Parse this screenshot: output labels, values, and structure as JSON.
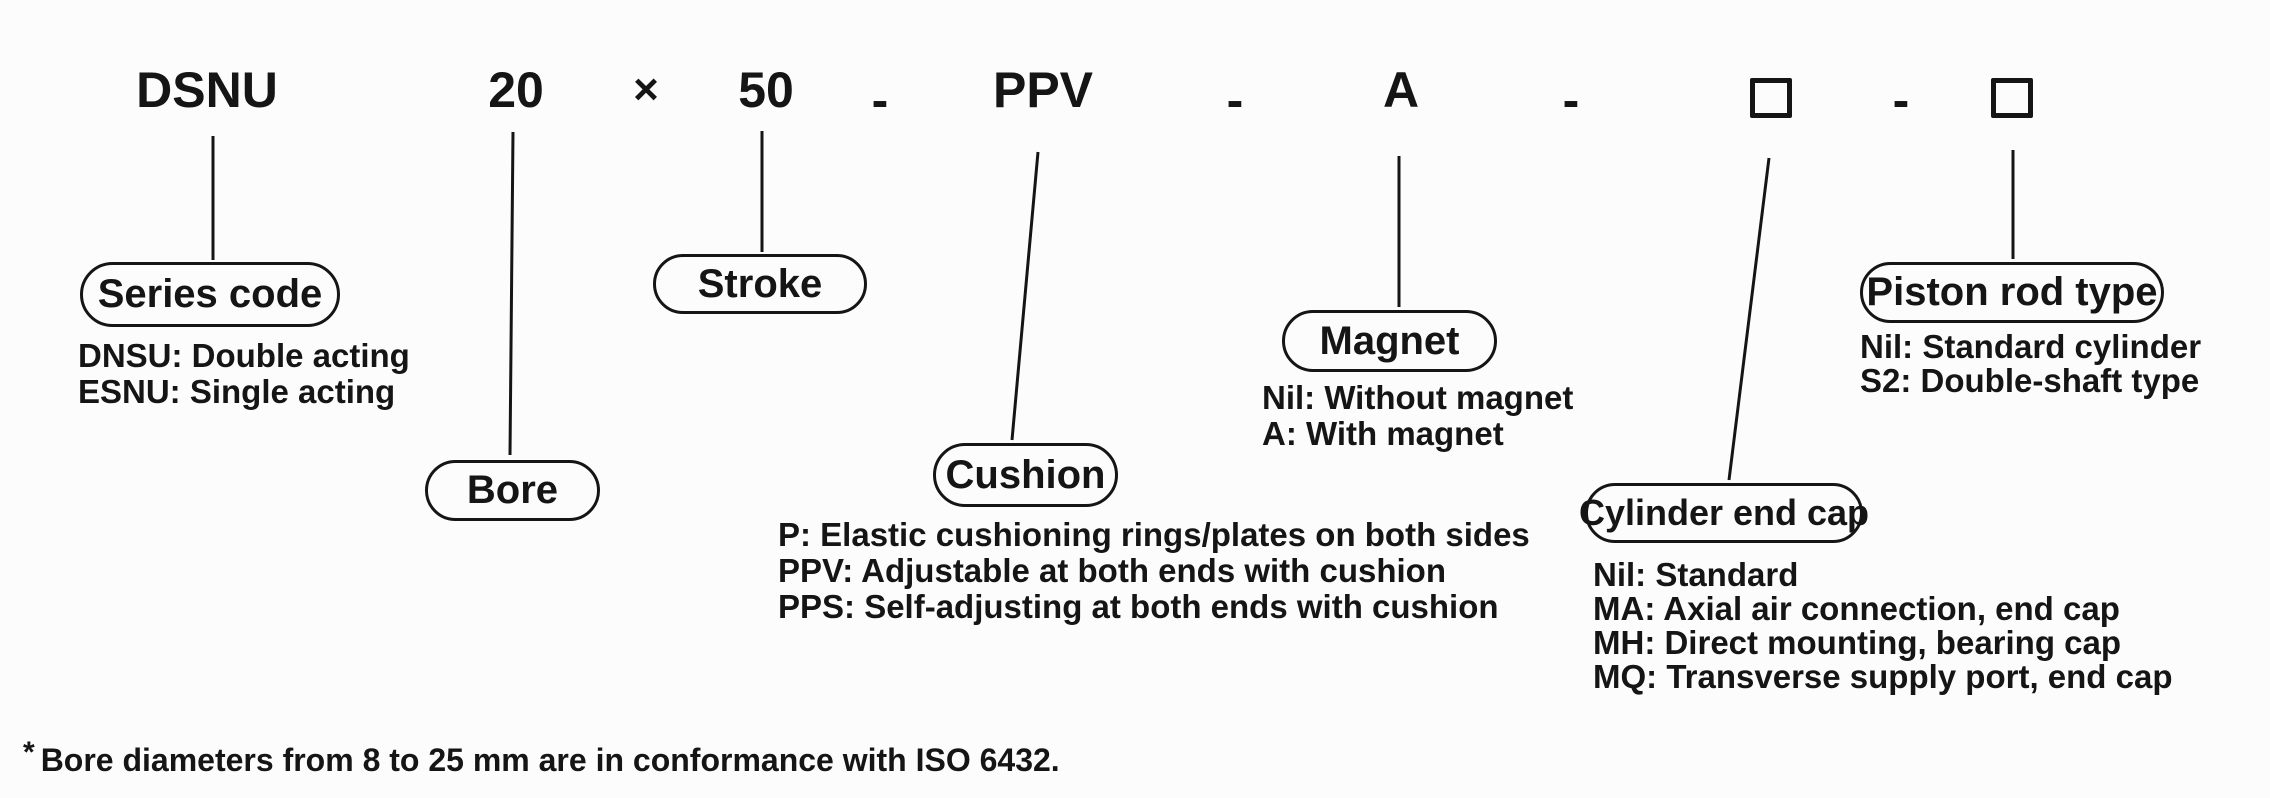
{
  "code_row": {
    "series_code": "DSNU",
    "bore": "20",
    "multiply_sign": "×",
    "stroke": "50",
    "separator": "-",
    "cushion": "PPV",
    "magnet": "A"
  },
  "callouts": {
    "series": {
      "label": "Series code",
      "lines": [
        "DNSU: Double acting",
        "ESNU: Single acting"
      ]
    },
    "bore": {
      "label": "Bore"
    },
    "stroke": {
      "label": "Stroke"
    },
    "cushion": {
      "label": "Cushion",
      "lines": [
        "P: Elastic cushioning rings/plates on both sides",
        "PPV: Adjustable at both ends with cushion",
        "PPS: Self-adjusting at both ends with cushion"
      ]
    },
    "magnet": {
      "label": "Magnet",
      "lines": [
        "Nil: Without magnet",
        "A: With magnet"
      ]
    },
    "end_cap": {
      "label": "Cylinder end cap",
      "lines": [
        "Nil: Standard",
        "MA: Axial air connection, end cap",
        "MH: Direct mounting, bearing cap",
        "MQ: Transverse supply port, end cap"
      ]
    },
    "piston_rod": {
      "label": "Piston rod type",
      "lines": [
        "Nil: Standard cylinder",
        "S2: Double-shaft type"
      ]
    }
  },
  "footnote": {
    "marker": "*",
    "text": "Bore diameters from 8 to 25 mm are in conformance with ISO 6432."
  },
  "colors": {
    "ink": "#151515",
    "background": "#fcfcfc"
  }
}
